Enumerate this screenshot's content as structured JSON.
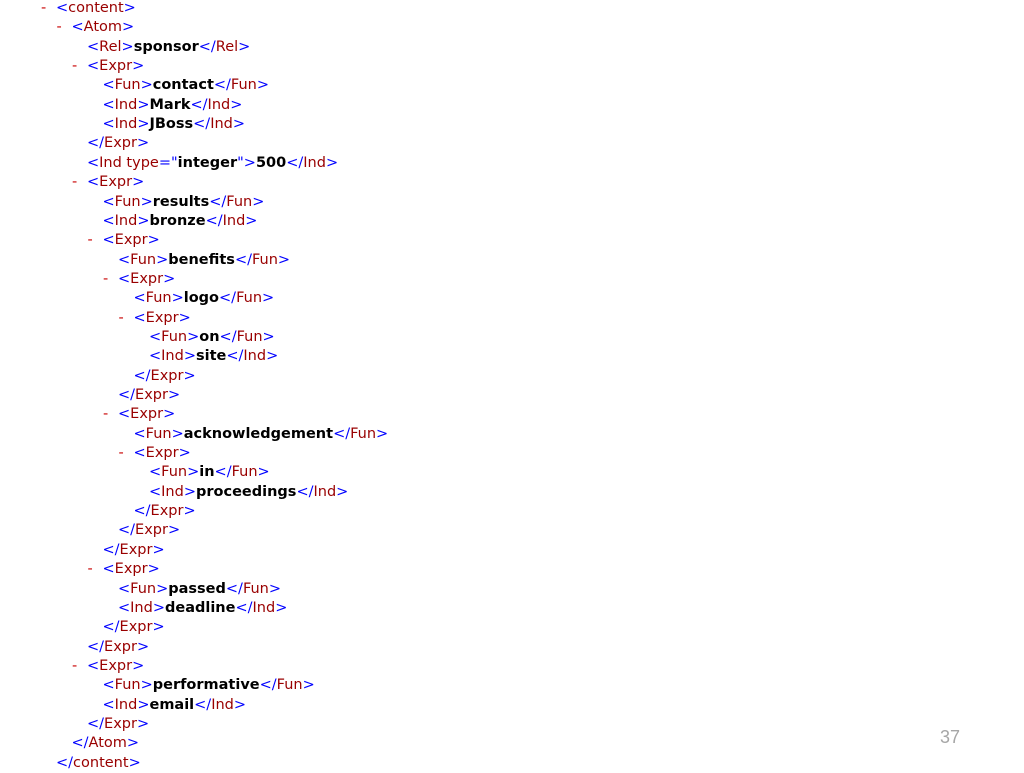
{
  "colors": {
    "toggle": "#c80000",
    "bracket": "#0000ff",
    "tag": "#990000",
    "text": "#000000",
    "slide_number": "#a6a6a6"
  },
  "xml_lines": [
    {
      "depth": 0,
      "toggle": "-",
      "type": "open",
      "tag": "content"
    },
    {
      "depth": 1,
      "toggle": "-",
      "type": "open",
      "tag": "Atom"
    },
    {
      "depth": 2,
      "toggle": "",
      "type": "leaf",
      "tag": "Rel",
      "text": "sponsor"
    },
    {
      "depth": 2,
      "toggle": "-",
      "type": "open",
      "tag": "Expr"
    },
    {
      "depth": 3,
      "toggle": "",
      "type": "leaf",
      "tag": "Fun",
      "text": "contact"
    },
    {
      "depth": 3,
      "toggle": "",
      "type": "leaf",
      "tag": "Ind",
      "text": "Mark"
    },
    {
      "depth": 3,
      "toggle": "",
      "type": "leaf",
      "tag": "Ind",
      "text": "JBoss"
    },
    {
      "depth": 2,
      "toggle": "",
      "type": "close",
      "tag": "Expr"
    },
    {
      "depth": 2,
      "toggle": "",
      "type": "leaf",
      "tag": "Ind",
      "attr_name": "type",
      "attr_value": "integer",
      "text": "500"
    },
    {
      "depth": 2,
      "toggle": "-",
      "type": "open",
      "tag": "Expr"
    },
    {
      "depth": 3,
      "toggle": "",
      "type": "leaf",
      "tag": "Fun",
      "text": "results"
    },
    {
      "depth": 3,
      "toggle": "",
      "type": "leaf",
      "tag": "Ind",
      "text": "bronze"
    },
    {
      "depth": 3,
      "toggle": "-",
      "type": "open",
      "tag": "Expr"
    },
    {
      "depth": 4,
      "toggle": "",
      "type": "leaf",
      "tag": "Fun",
      "text": "benefits"
    },
    {
      "depth": 4,
      "toggle": "-",
      "type": "open",
      "tag": "Expr"
    },
    {
      "depth": 5,
      "toggle": "",
      "type": "leaf",
      "tag": "Fun",
      "text": "logo"
    },
    {
      "depth": 5,
      "toggle": "-",
      "type": "open",
      "tag": "Expr"
    },
    {
      "depth": 6,
      "toggle": "",
      "type": "leaf",
      "tag": "Fun",
      "text": "on"
    },
    {
      "depth": 6,
      "toggle": "",
      "type": "leaf",
      "tag": "Ind",
      "text": "site"
    },
    {
      "depth": 5,
      "toggle": "",
      "type": "close",
      "tag": "Expr"
    },
    {
      "depth": 4,
      "toggle": "",
      "type": "close",
      "tag": "Expr"
    },
    {
      "depth": 4,
      "toggle": "-",
      "type": "open",
      "tag": "Expr"
    },
    {
      "depth": 5,
      "toggle": "",
      "type": "leaf",
      "tag": "Fun",
      "text": "acknowledgement"
    },
    {
      "depth": 5,
      "toggle": "-",
      "type": "open",
      "tag": "Expr"
    },
    {
      "depth": 6,
      "toggle": "",
      "type": "leaf",
      "tag": "Fun",
      "text": "in"
    },
    {
      "depth": 6,
      "toggle": "",
      "type": "leaf",
      "tag": "Ind",
      "text": "proceedings"
    },
    {
      "depth": 5,
      "toggle": "",
      "type": "close",
      "tag": "Expr"
    },
    {
      "depth": 4,
      "toggle": "",
      "type": "close",
      "tag": "Expr"
    },
    {
      "depth": 3,
      "toggle": "",
      "type": "close",
      "tag": "Expr"
    },
    {
      "depth": 3,
      "toggle": "-",
      "type": "open",
      "tag": "Expr"
    },
    {
      "depth": 4,
      "toggle": "",
      "type": "leaf",
      "tag": "Fun",
      "text": "passed"
    },
    {
      "depth": 4,
      "toggle": "",
      "type": "leaf",
      "tag": "Ind",
      "text": "deadline"
    },
    {
      "depth": 3,
      "toggle": "",
      "type": "close",
      "tag": "Expr"
    },
    {
      "depth": 2,
      "toggle": "",
      "type": "close",
      "tag": "Expr"
    },
    {
      "depth": 2,
      "toggle": "-",
      "type": "open",
      "tag": "Expr"
    },
    {
      "depth": 3,
      "toggle": "",
      "type": "leaf",
      "tag": "Fun",
      "text": "performative"
    },
    {
      "depth": 3,
      "toggle": "",
      "type": "leaf",
      "tag": "Ind",
      "text": "email"
    },
    {
      "depth": 2,
      "toggle": "",
      "type": "close",
      "tag": "Expr"
    },
    {
      "depth": 1,
      "toggle": "",
      "type": "close",
      "tag": "Atom"
    },
    {
      "depth": 0,
      "toggle": "",
      "type": "close",
      "tag": "content"
    }
  ],
  "slide_number": "37"
}
